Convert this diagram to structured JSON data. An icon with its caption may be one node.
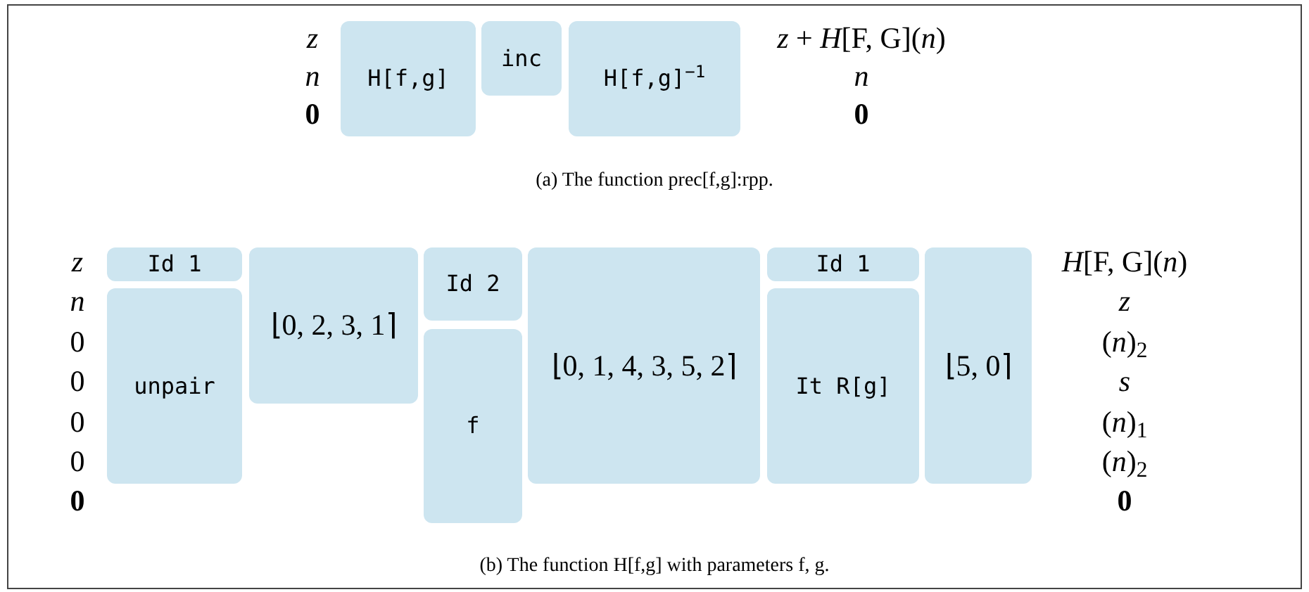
{
  "diagram": {
    "nodes": [
      {
        "text": [
          "H[f,g]"
        ]
      },
      {
        "text": [
          "inc"
        ]
      },
      {
        "text": [
          "H[f,g]$^{−1}$"
        ]
      },
      {
        "text": [
          "Id 1"
        ]
      },
      {
        "text": [
          "unpair"
        ]
      },
      {
        "text": [
          "⌊0, 2, 3, 1⌉"
        ]
      },
      {
        "text": [
          "Id 2"
        ]
      },
      {
        "text": [
          "f"
        ]
      },
      {
        "text": [
          "⌊0, 1, 4, 3, 5, 2⌉"
        ]
      },
      {
        "text": [
          "Id 1"
        ]
      },
      {
        "text": [
          "It R[g]"
        ]
      },
      {
        "text": [
          "⌊5, 0⌉"
        ]
      }
    ],
    "labels": [
      "*z*",
      "*n*",
      "**0**",
      "*z* + *H*[F, G](*n*)",
      "*n*",
      "**0**",
      "(a) The function prec[f,g]:rpp.",
      "*z*",
      "*n*",
      "0",
      "0",
      "0",
      "0",
      "**0**",
      "*H*[F, G](*n*)",
      "*z*",
      "(*n*)$_{2}$",
      "*s*",
      "(*n*)$_{1}$",
      "(*n*)$_{2}$",
      "**0**",
      "(b) The function H[f,g] with parameters f, g."
    ]
  }
}
